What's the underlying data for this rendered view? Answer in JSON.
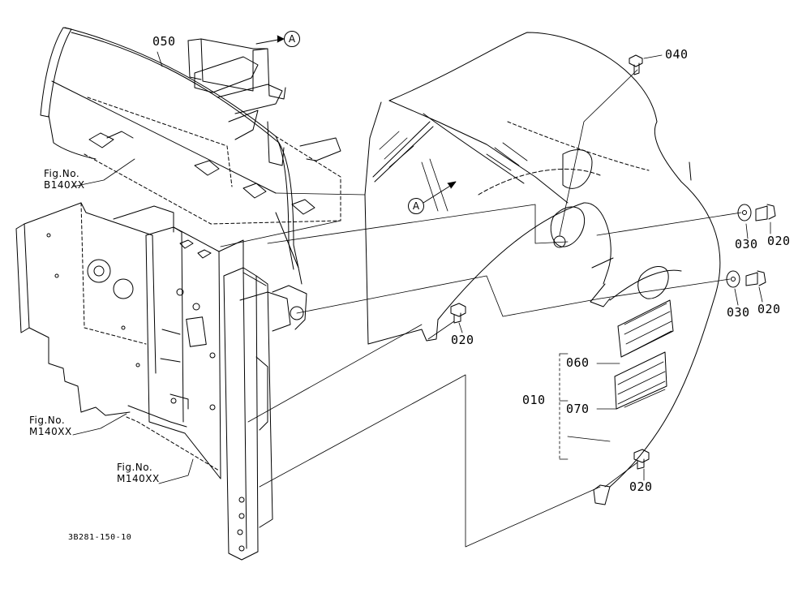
{
  "parts": {
    "p010": "010",
    "p020": "020",
    "p030": "030",
    "p040": "040",
    "p050": "050",
    "p060": "060",
    "p070": "070"
  },
  "ref_marker": "A",
  "fig_refs": {
    "fig_label": "Fig.No.",
    "b140": "B140XX",
    "m140": "M140XX"
  },
  "drawing_code": "3B281-150-10"
}
